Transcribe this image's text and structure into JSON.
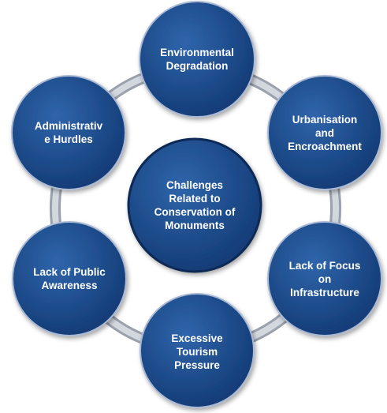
{
  "diagram": {
    "center": {
      "label": "Challenges\nRelated to\nConservation of\nMonuments"
    },
    "nodes": [
      {
        "label": "Environmental\nDegradation"
      },
      {
        "label": "Urbanisation\nand\nEncroachment"
      },
      {
        "label": "Lack of Focus\non\nInfrastructure"
      },
      {
        "label": "Excessive\nTourism\nPressure"
      },
      {
        "label": "Lack of Public\nAwareness"
      },
      {
        "label": "Administrativ\ne Hurdles"
      }
    ],
    "colors": {
      "node_fill_light": "#2e63a8",
      "node_fill_dark": "#123a74",
      "node_border": "#a9b9d4",
      "ring": "#b7bcc6",
      "text": "#ffffff"
    }
  }
}
